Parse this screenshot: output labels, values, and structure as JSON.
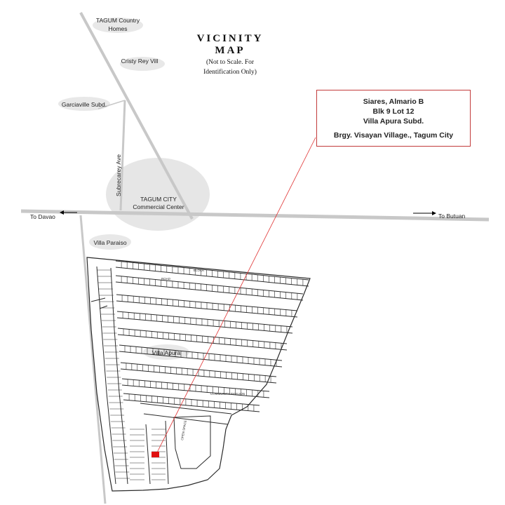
{
  "title": {
    "heading_line1": "VICINITY",
    "heading_line2": "MAP",
    "note_line1": "(Not to Scale. For",
    "note_line2": "Identification Only)"
  },
  "info_box": {
    "owner": "Siares, Almario B",
    "lot": "Blk 9 Lot 12",
    "subdivision": "Villa Apura  Subd.",
    "address": "Brgy. Visayan Village., Tagum City",
    "border_color": "#c23b3b"
  },
  "places": {
    "tagum_country_homes_line1": "TAGUM Country",
    "tagum_country_homes_line2": "Homes",
    "cristy_rey": "Cristy Rey Vill",
    "garciaville": "Garciaville Subd.",
    "commercial_center_line1": "TAGUM CITY",
    "commercial_center_line2": "Commercial Center",
    "villa_paraiso": "Villa Paraiso",
    "villa_apura": "Villa Apura"
  },
  "roads": {
    "subrecarey": "Subrecarey Ave",
    "to_davao": "To Davao",
    "to_butuan": "To Butuan"
  },
  "plan_labels": {
    "block": "BLOCK",
    "road": "ROAD",
    "open_space": "OPEN SPACE",
    "community_pavilion": "COMMUNITY PAVILION"
  },
  "colors": {
    "highway": "#c8c8c8",
    "commercial_zone": "#e6e6e6",
    "place_bubble": "#e8e8e8",
    "leader_line": "#e03030",
    "lot_marker": "#e01010",
    "plan_ink": "#2a2a2a"
  }
}
